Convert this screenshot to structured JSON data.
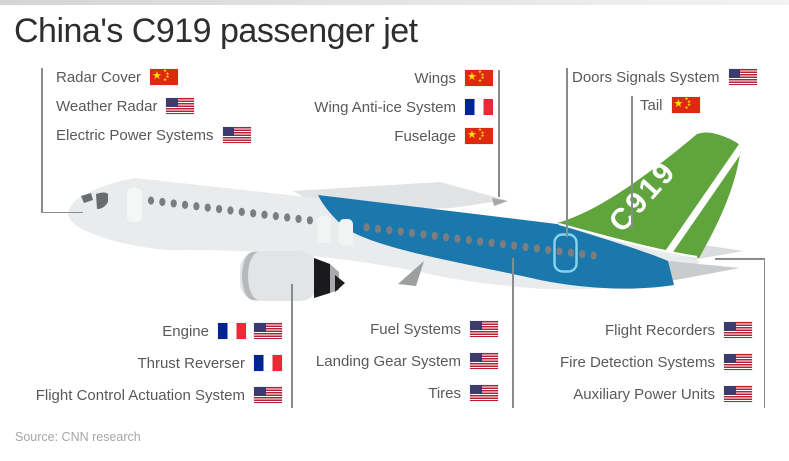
{
  "header": {
    "title": "China's C919 passenger jet"
  },
  "footer": {
    "source": "Source: CNN research"
  },
  "plane": {
    "tail_text": "C919"
  },
  "colors": {
    "plane_blue": "#1a78ad",
    "tail_green": "#60a43e",
    "fuselage_gray": "#eaebec",
    "door_highlight": "#86d3f2",
    "leader_line": "#878c8f",
    "label_text": "#58595b"
  },
  "flag_legend": {
    "cn": "china-flag",
    "us": "usa-flag",
    "fr": "france-flag"
  },
  "labels": {
    "top_left": [
      {
        "name": "Radar Cover",
        "flags": [
          "cn"
        ]
      },
      {
        "name": "Weather Radar",
        "flags": [
          "us"
        ]
      },
      {
        "name": "Electric Power Systems",
        "flags": [
          "us"
        ]
      }
    ],
    "top_center": [
      {
        "name": "Wings",
        "flags": [
          "cn"
        ]
      },
      {
        "name": "Wing Anti-ice System",
        "flags": [
          "fr"
        ]
      },
      {
        "name": "Fuselage",
        "flags": [
          "cn"
        ]
      }
    ],
    "top_right": [
      {
        "name": "Doors Signals System",
        "flags": [
          "us"
        ]
      },
      {
        "name": "Tail",
        "flags": [
          "cn"
        ]
      }
    ],
    "bottom_left": [
      {
        "name": "Engine",
        "flags": [
          "fr",
          "us"
        ]
      },
      {
        "name": "Thrust Reverser",
        "flags": [
          "fr"
        ]
      },
      {
        "name": "Flight Control Actuation System",
        "flags": [
          "us"
        ]
      }
    ],
    "bottom_center": [
      {
        "name": "Fuel Systems",
        "flags": [
          "us"
        ]
      },
      {
        "name": "Landing Gear System",
        "flags": [
          "us"
        ]
      },
      {
        "name": "Tires",
        "flags": [
          "us"
        ]
      }
    ],
    "bottom_right": [
      {
        "name": "Flight Recorders",
        "flags": [
          "us"
        ]
      },
      {
        "name": "Fire Detection Systems",
        "flags": [
          "us"
        ]
      },
      {
        "name": "Auxiliary Power Units",
        "flags": [
          "us"
        ]
      }
    ]
  }
}
